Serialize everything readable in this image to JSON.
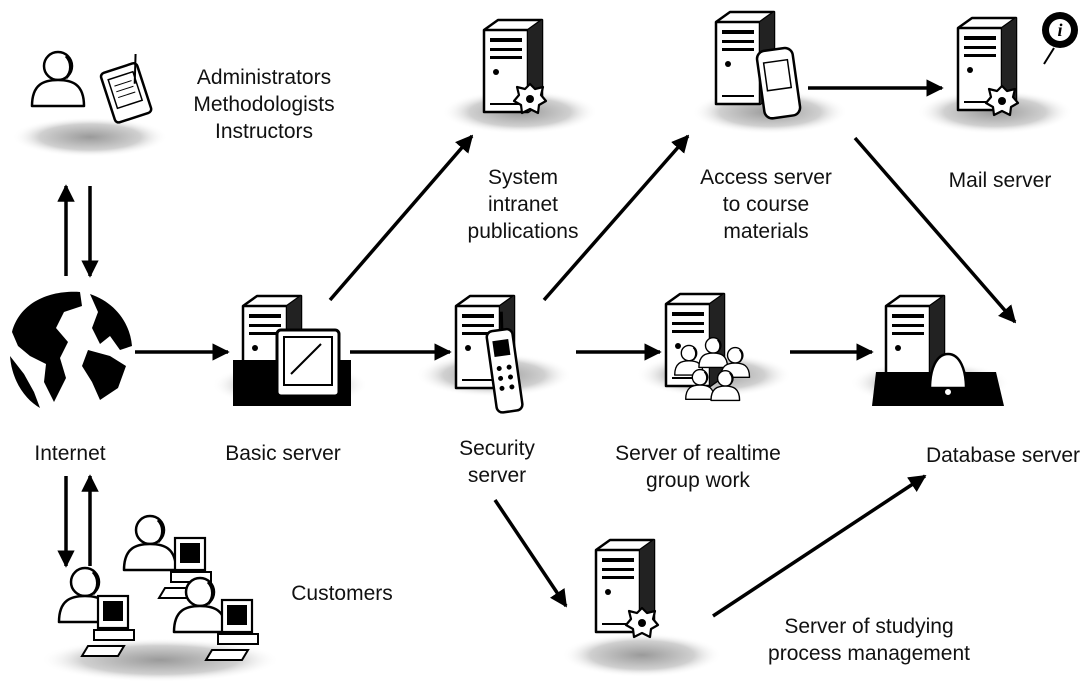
{
  "labels": {
    "admins": [
      "Administrators",
      "Methodologists",
      "Instructors"
    ],
    "customers": [
      "Customers"
    ],
    "internet": [
      "Internet"
    ],
    "basic_server": [
      "Basic server"
    ],
    "intranet": [
      "System",
      "intranet",
      "publications"
    ],
    "security_server": [
      "Security",
      "server"
    ],
    "access_server": [
      "Access server",
      "to course",
      "materials"
    ],
    "mail_server": [
      "Mail server"
    ],
    "realtime_server": [
      "Server of realtime",
      "group work"
    ],
    "database_server": [
      "Database server"
    ],
    "studying_server": [
      "Server of studying",
      "process management"
    ]
  },
  "icons": {
    "admins": "administrator-with-pda-icon",
    "customers": "users-at-computers-icon",
    "internet": "globe-icon",
    "basic_server": "server-with-tablet-icon",
    "intranet": "server-with-gear-icon",
    "security_server": "server-with-phone-icon",
    "access_server": "server-with-pda-icon",
    "mail_server": "server-with-gear-icon",
    "info": "info-icon",
    "realtime_server": "server-with-people-icon",
    "database_server": "server-with-bell-icon",
    "studying_server": "server-with-gear-icon"
  },
  "colors": {
    "line": "#000000",
    "background": "#ffffff"
  }
}
